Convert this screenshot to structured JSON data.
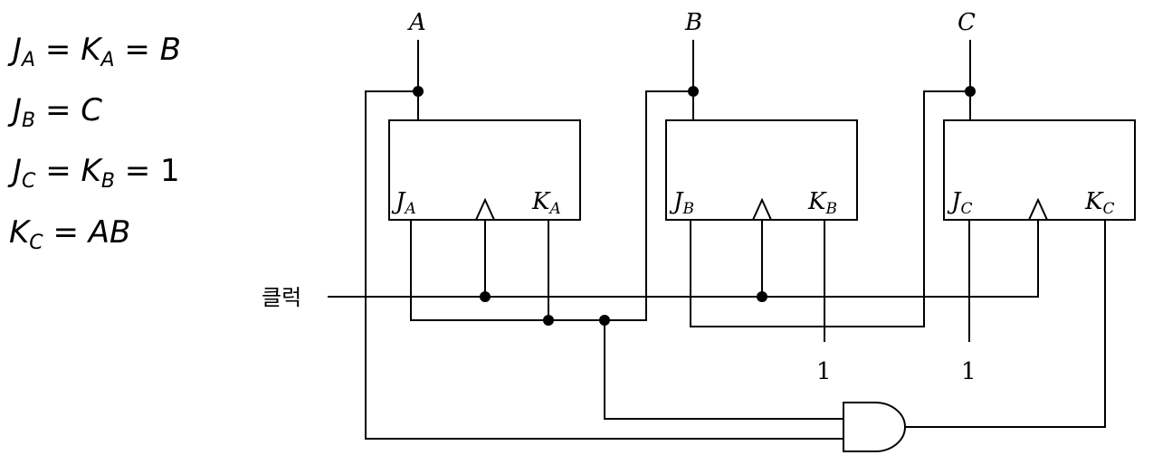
{
  "equations": [
    {
      "id": "ja",
      "lhs_var": "J",
      "lhs_sub": "A",
      "mid_var": "K",
      "mid_sub": "A",
      "rhs": "B"
    },
    {
      "id": "jb",
      "lhs_var": "J",
      "lhs_sub": "B",
      "rhs": "C"
    },
    {
      "id": "jc",
      "lhs_var": "J",
      "lhs_sub": "C",
      "mid_var": "K",
      "mid_sub": "B",
      "rhs": "1"
    },
    {
      "id": "kc",
      "lhs_var": "K",
      "lhs_sub": "C",
      "rhs": "AB"
    }
  ],
  "outputs": [
    "A",
    "B",
    "C"
  ],
  "flipflops": [
    {
      "j_var": "J",
      "j_sub": "A",
      "k_var": "K",
      "k_sub": "A"
    },
    {
      "j_var": "J",
      "j_sub": "B",
      "k_var": "K",
      "k_sub": "B"
    },
    {
      "j_var": "J",
      "j_sub": "C",
      "k_var": "K",
      "k_sub": "C"
    }
  ],
  "clock_label": "클럭",
  "constants": [
    "1",
    "1"
  ]
}
